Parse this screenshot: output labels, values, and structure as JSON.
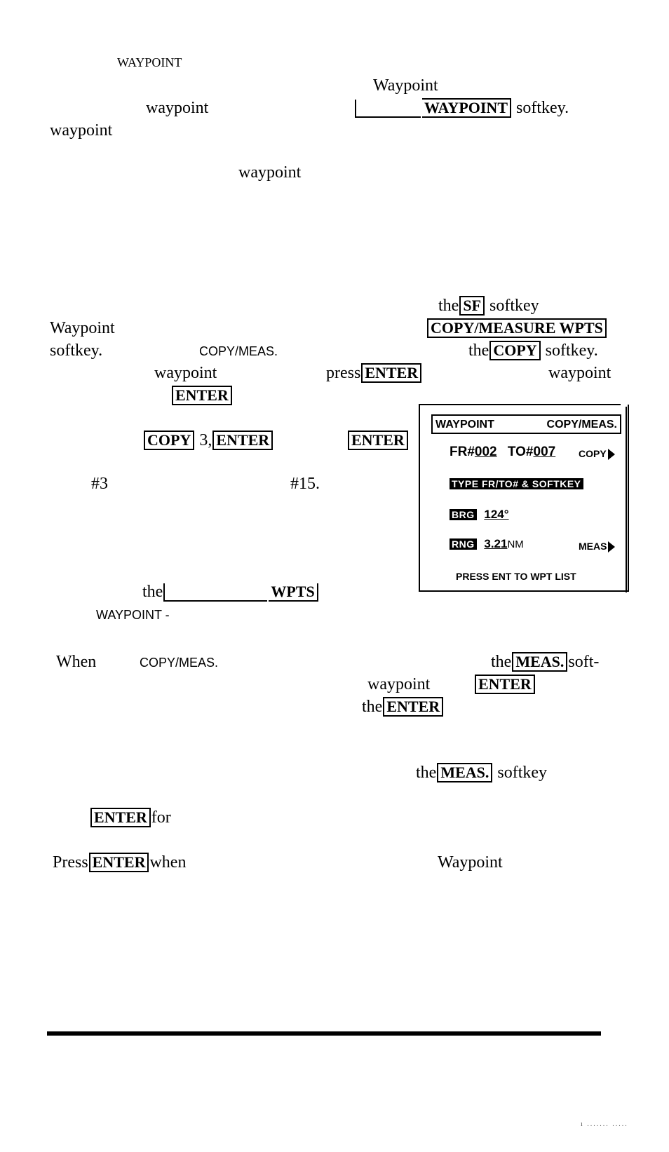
{
  "lines": {
    "l1": "WAYPOINT",
    "l2": "Waypoint",
    "l3a": "waypoint",
    "l3key": "WAYPOINT",
    "l3b": "softkey.",
    "l4": "waypoint",
    "l5": "waypoint",
    "l6a": "the",
    "l6key": "SF",
    "l6b": "softkey",
    "l7a": "Waypoint",
    "l7key": "COPY/MEASURE WPTS",
    "l8a": "softkey.",
    "l8b": "COPY/MEAS.",
    "l8c": "the",
    "l8key": "COPY",
    "l8d": "softkey.",
    "l9a": "waypoint",
    "l9b": "press",
    "l9key": "ENTER",
    "l9c": "waypoint",
    "l10key": "ENTER",
    "l11key1": "COPY",
    "l11num": "3,",
    "l11key2": "ENTER",
    "l11key3": "ENTER",
    "l12a": "#3",
    "l12b": "#15.",
    "l13a": "the",
    "l13key": "WPTS",
    "l14": "WAYPOINT -",
    "l15a": "When",
    "l15b": "COPY/MEAS.",
    "l15c": "the",
    "l15key": "MEAS.",
    "l15d": "soft-",
    "l16a": "waypoint",
    "l16key": "ENTER",
    "l17a": "the",
    "l17key": "ENTER",
    "l18a": "the",
    "l18key": "MEAS.",
    "l18b": "softkey",
    "l19key": "ENTER",
    "l19b": "for",
    "l20a": "Press",
    "l20key": "ENTER",
    "l20b": "when",
    "l20c": "Waypoint"
  },
  "lcd": {
    "title_left": "WAYPOINT",
    "title_right": "COPY/MEAS.",
    "fr_label": "FR#",
    "fr_value": "002",
    "to_label": "TO#",
    "to_value": "007",
    "copy_label": "COPY",
    "prompt": "TYPE FR/TO# & SOFTKEY",
    "brg_label": "BRG",
    "brg_value": "124°",
    "rng_label": "RNG",
    "rng_value": "3.21",
    "rng_unit": "NM",
    "meas_label": "MEAS",
    "footer": "PRESS ENT TO WPT LIST"
  },
  "noise": "ı ....... ....."
}
